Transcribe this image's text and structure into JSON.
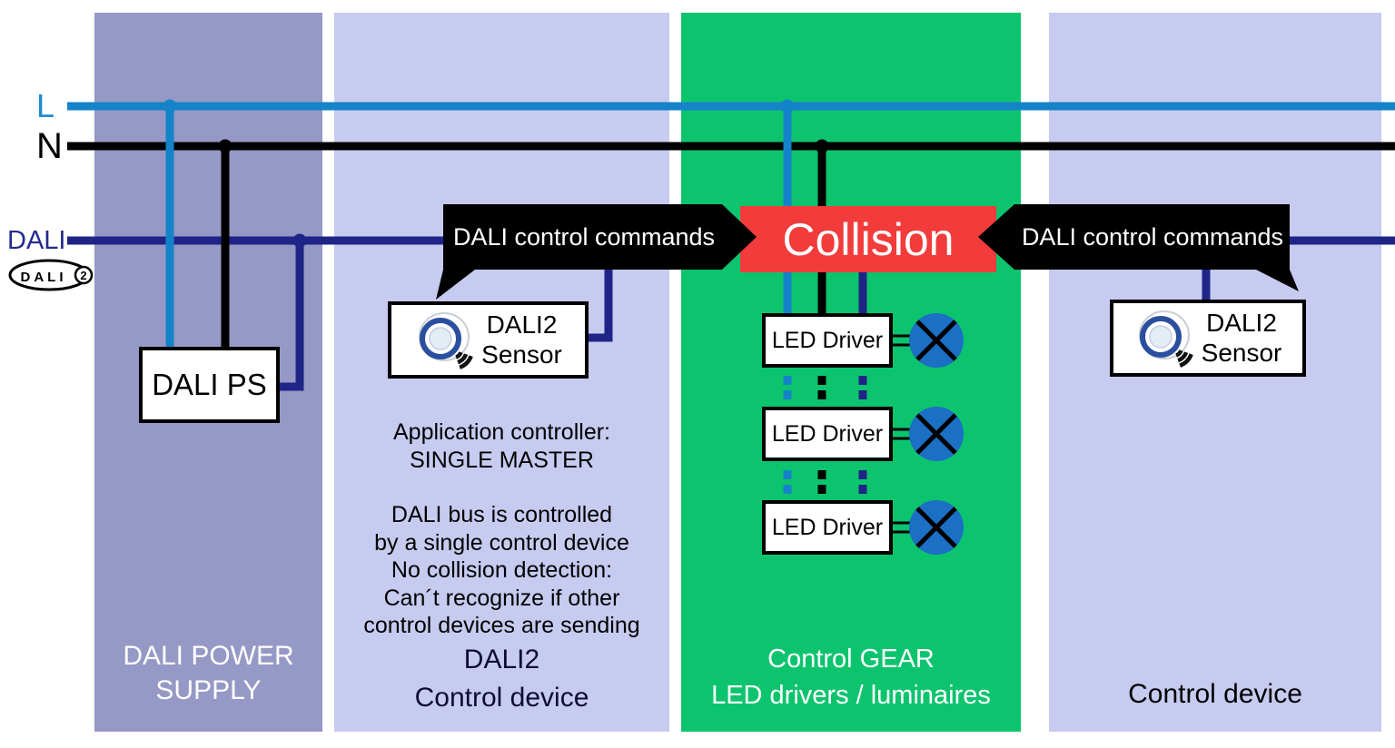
{
  "bus": {
    "l": "L",
    "n": "N",
    "dali": "DALI"
  },
  "logo": {
    "text": "DALI",
    "suffix": "2"
  },
  "banners": {
    "left": "DALI control commands",
    "right": "DALI control commands"
  },
  "collision": {
    "label": "Collision"
  },
  "devices": {
    "dali_ps": {
      "label": "DALI PS"
    },
    "sensor_left": {
      "line1": "DALI2",
      "line2": "Sensor"
    },
    "sensor_right": {
      "line1": "DALI2",
      "line2": "Sensor"
    },
    "led_drivers": [
      {
        "label": "LED Driver"
      },
      {
        "label": "LED Driver"
      },
      {
        "label": "LED Driver"
      }
    ]
  },
  "panel2_text": {
    "l1": "Application controller:",
    "l2": "SINGLE MASTER",
    "l3": "DALI bus is controlled",
    "l4": "by a single control device",
    "l5": "No collision detection:",
    "l6": "Can´t recognize if other",
    "l7": "control devices are sending"
  },
  "panels": {
    "p1": {
      "t1": "DALI POWER",
      "t2": "SUPPLY"
    },
    "p2": {
      "t1": "DALI2",
      "t2": "Control device"
    },
    "p3": {
      "t1": "Control GEAR",
      "t2": "LED drivers / luminaires"
    },
    "p4": {
      "t1": "Control device"
    }
  },
  "colors": {
    "panel1_bg": "#9698c5",
    "panel2_bg": "#c7cbf0",
    "panel3_bg": "#0cc46e",
    "panel4_bg": "#c7cbf0",
    "l_line": "#1583c9",
    "n_line": "#000000",
    "dali_line": "#1f2586",
    "collision_bg": "#f23b3b",
    "banner_bg": "#000000",
    "lamp_fill": "#1b6fc4"
  }
}
